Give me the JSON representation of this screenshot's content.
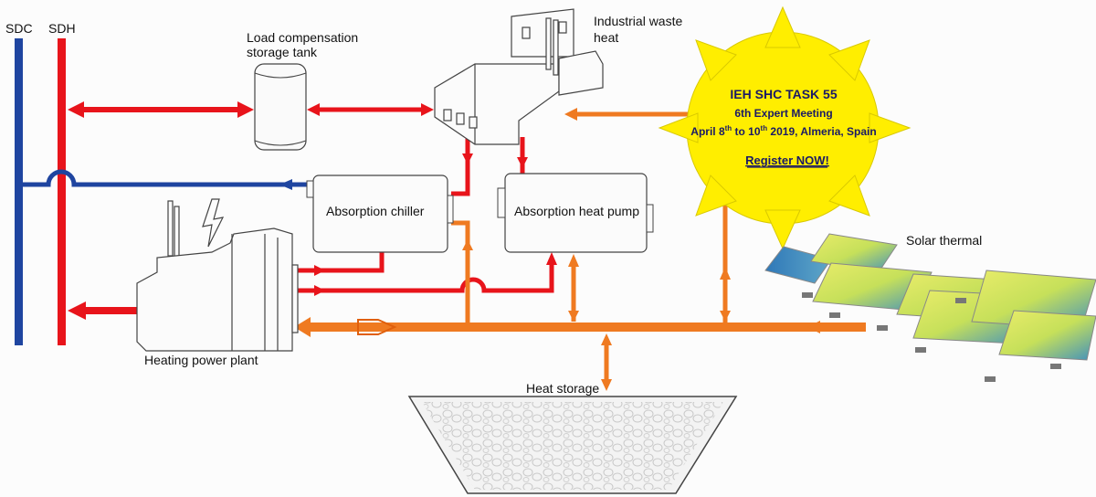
{
  "labels": {
    "sdc": "SDC",
    "sdh": "SDH",
    "load_tank_line1": "Load compensation",
    "load_tank_line2": "storage tank",
    "waste_heat_line1": "Industrial waste",
    "waste_heat_line2": "heat",
    "absorption_chiller": "Absorption chiller",
    "absorption_heat_pump": "Absorption heat pump",
    "heating_power_plant": "Heating power plant",
    "heat_storage": "Heat storage",
    "solar_thermal": "Solar thermal"
  },
  "sun_banner": {
    "line1": "IEH SHC TASK 55",
    "line2": "6th Expert Meeting",
    "line3_a": "April 8",
    "line3_sup1": "th",
    "line3_b": " to 10",
    "line3_sup2": "th",
    "line3_c": " 2019, Almeria, Spain",
    "line4": "Register NOW!"
  },
  "colors": {
    "sdc_blue": "#1f45a0",
    "sdh_red": "#e8141b",
    "orange": "#ef7a21",
    "sun_yellow": "#ffee00",
    "banner_text": "#1a1a66"
  },
  "icons": [
    "lightning-icon",
    "sun-icon",
    "factory-icon",
    "power-plant-icon",
    "solar-panel-icon"
  ]
}
